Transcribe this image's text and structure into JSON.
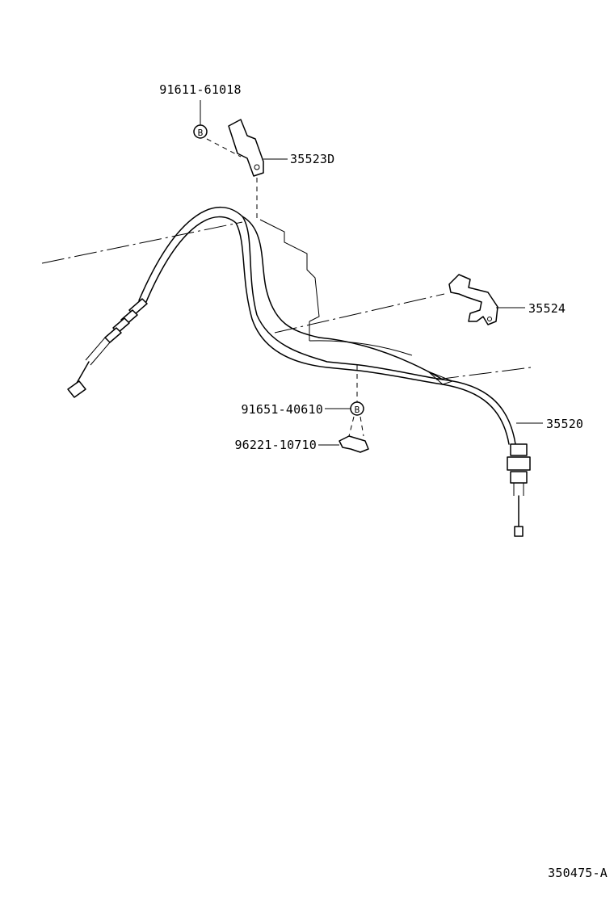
{
  "parts": {
    "bolt_upper": "91611-61018",
    "bracket_upper": "35523D",
    "clamp_right": "35524",
    "cable_assembly": "35520",
    "bolt_lower": "91651-40610",
    "clip_lower": "96221-10710"
  },
  "bolt_marker_letter": "B",
  "figure_id": "350475-A"
}
